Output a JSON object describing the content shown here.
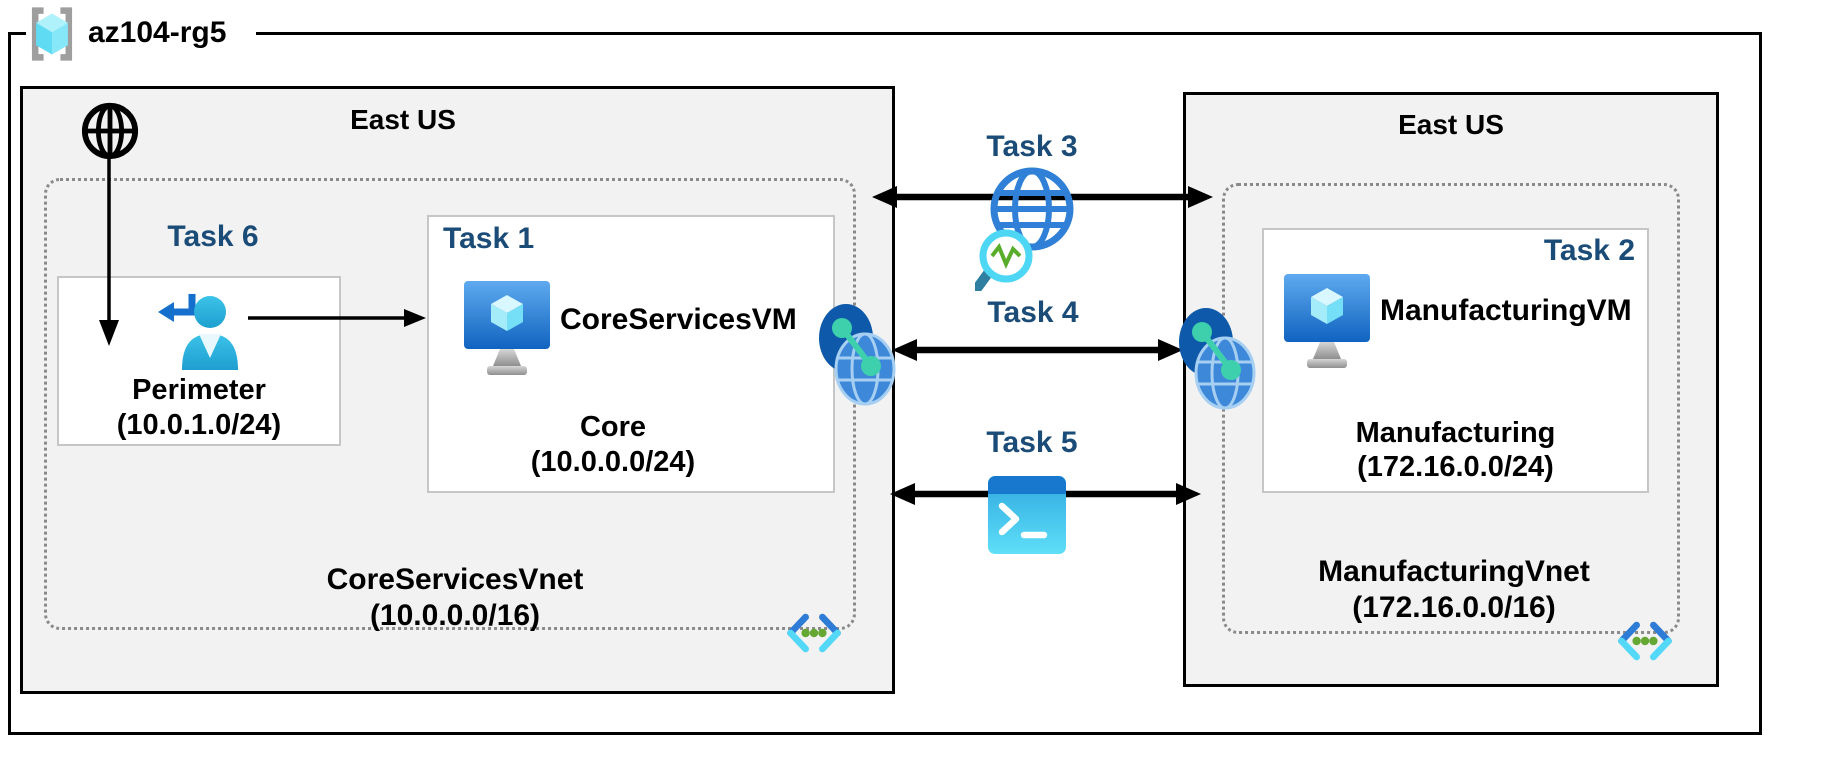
{
  "resource_group": {
    "name": "az104-rg5"
  },
  "regions": {
    "core": {
      "title": "East US",
      "vnet_name": "CoreServicesVnet",
      "vnet_cidr": "(10.0.0.0/16)",
      "perimeter_subnet": {
        "task_label": "Task 6",
        "name": "Perimeter",
        "cidr": "(10.0.1.0/24)"
      },
      "core_subnet": {
        "task_label": "Task 1",
        "vm_name": "CoreServicesVM",
        "name": "Core",
        "cidr": "(10.0.0.0/24)"
      }
    },
    "manufacturing": {
      "title": "East US",
      "vnet_name": "ManufacturingVnet",
      "vnet_cidr": "(172.16.0.0/16)",
      "subnet": {
        "task_label": "Task 2",
        "vm_name": "ManufacturingVM",
        "name": "Manufacturing",
        "cidr": "(172.16.0.0/24)"
      }
    }
  },
  "connections": {
    "task3": {
      "label": "Task 3",
      "icon": "network-watcher-icon"
    },
    "task4": {
      "label": "Task 4",
      "icon": "network-peering-icon"
    },
    "task5": {
      "label": "Task 5",
      "icon": "cloud-shell-icon"
    }
  },
  "icons": {
    "resource_group": "resource-group-brackets-cube-icon",
    "internet": "internet-globe-icon",
    "perimeter_user": "signin-user-icon",
    "virtual_machine": "vm-monitor-cube-icon",
    "virtual_network": "vnet-brackets-dots-icon"
  },
  "colors": {
    "task_label_navy": "#1B4C78",
    "region_background": "#F2F2F2",
    "vm_blue_top": "#5FAAEF",
    "vm_blue_bottom": "#1063C0",
    "cube_cyan": "#74DFF6",
    "person_cyan": "#2FB7E0",
    "arrow_blue": "#1470CC",
    "peering_dark_blue": "#0E59A9",
    "peering_light_blue": "#3E88DA",
    "teal_link": "#3ED0AC",
    "vnet_bracket_blue": "#2E7CD6",
    "vnet_bracket_cyan": "#54D8F8",
    "vnet_dot_green": "#64A733",
    "watcher_globe_blue": "#2F80D6",
    "magnifier_cyan": "#4ED7F5",
    "pulse_green": "#59AD2B",
    "shell_header_blue": "#1878CE"
  }
}
